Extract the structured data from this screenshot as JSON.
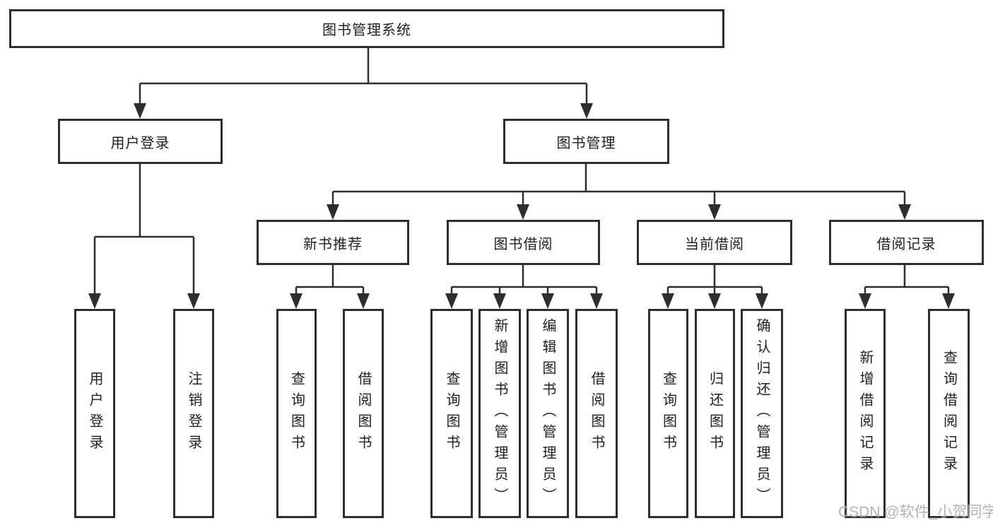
{
  "diagram": {
    "root": {
      "label": "图书管理系统"
    },
    "branches": [
      {
        "label": "用户登录",
        "children": [
          {
            "label": "用户登录"
          },
          {
            "label": "注销登录"
          }
        ]
      },
      {
        "label": "图书管理",
        "children": [
          {
            "label": "新书推荐",
            "children": [
              {
                "label": "查询图书"
              },
              {
                "label": "借阅图书"
              }
            ]
          },
          {
            "label": "图书借阅",
            "children": [
              {
                "label": "查询图书"
              },
              {
                "label": "新增图书（管理员）"
              },
              {
                "label": "编辑图书（管理员）"
              },
              {
                "label": "借阅图书"
              }
            ]
          },
          {
            "label": "当前借阅",
            "children": [
              {
                "label": "查询图书"
              },
              {
                "label": "归还图书"
              },
              {
                "label": "确认归还（管理员）"
              }
            ]
          },
          {
            "label": "借阅记录",
            "children": [
              {
                "label": "新增借阅记录"
              },
              {
                "label": "查询借阅记录"
              }
            ]
          }
        ]
      }
    ]
  },
  "watermark": {
    "text": "CSDN @软件_小贺同学",
    "color": "#a6a6a6"
  },
  "colors": {
    "line": "#2e2e2e",
    "text": "#1f1f1f",
    "background": "#ffffff"
  }
}
